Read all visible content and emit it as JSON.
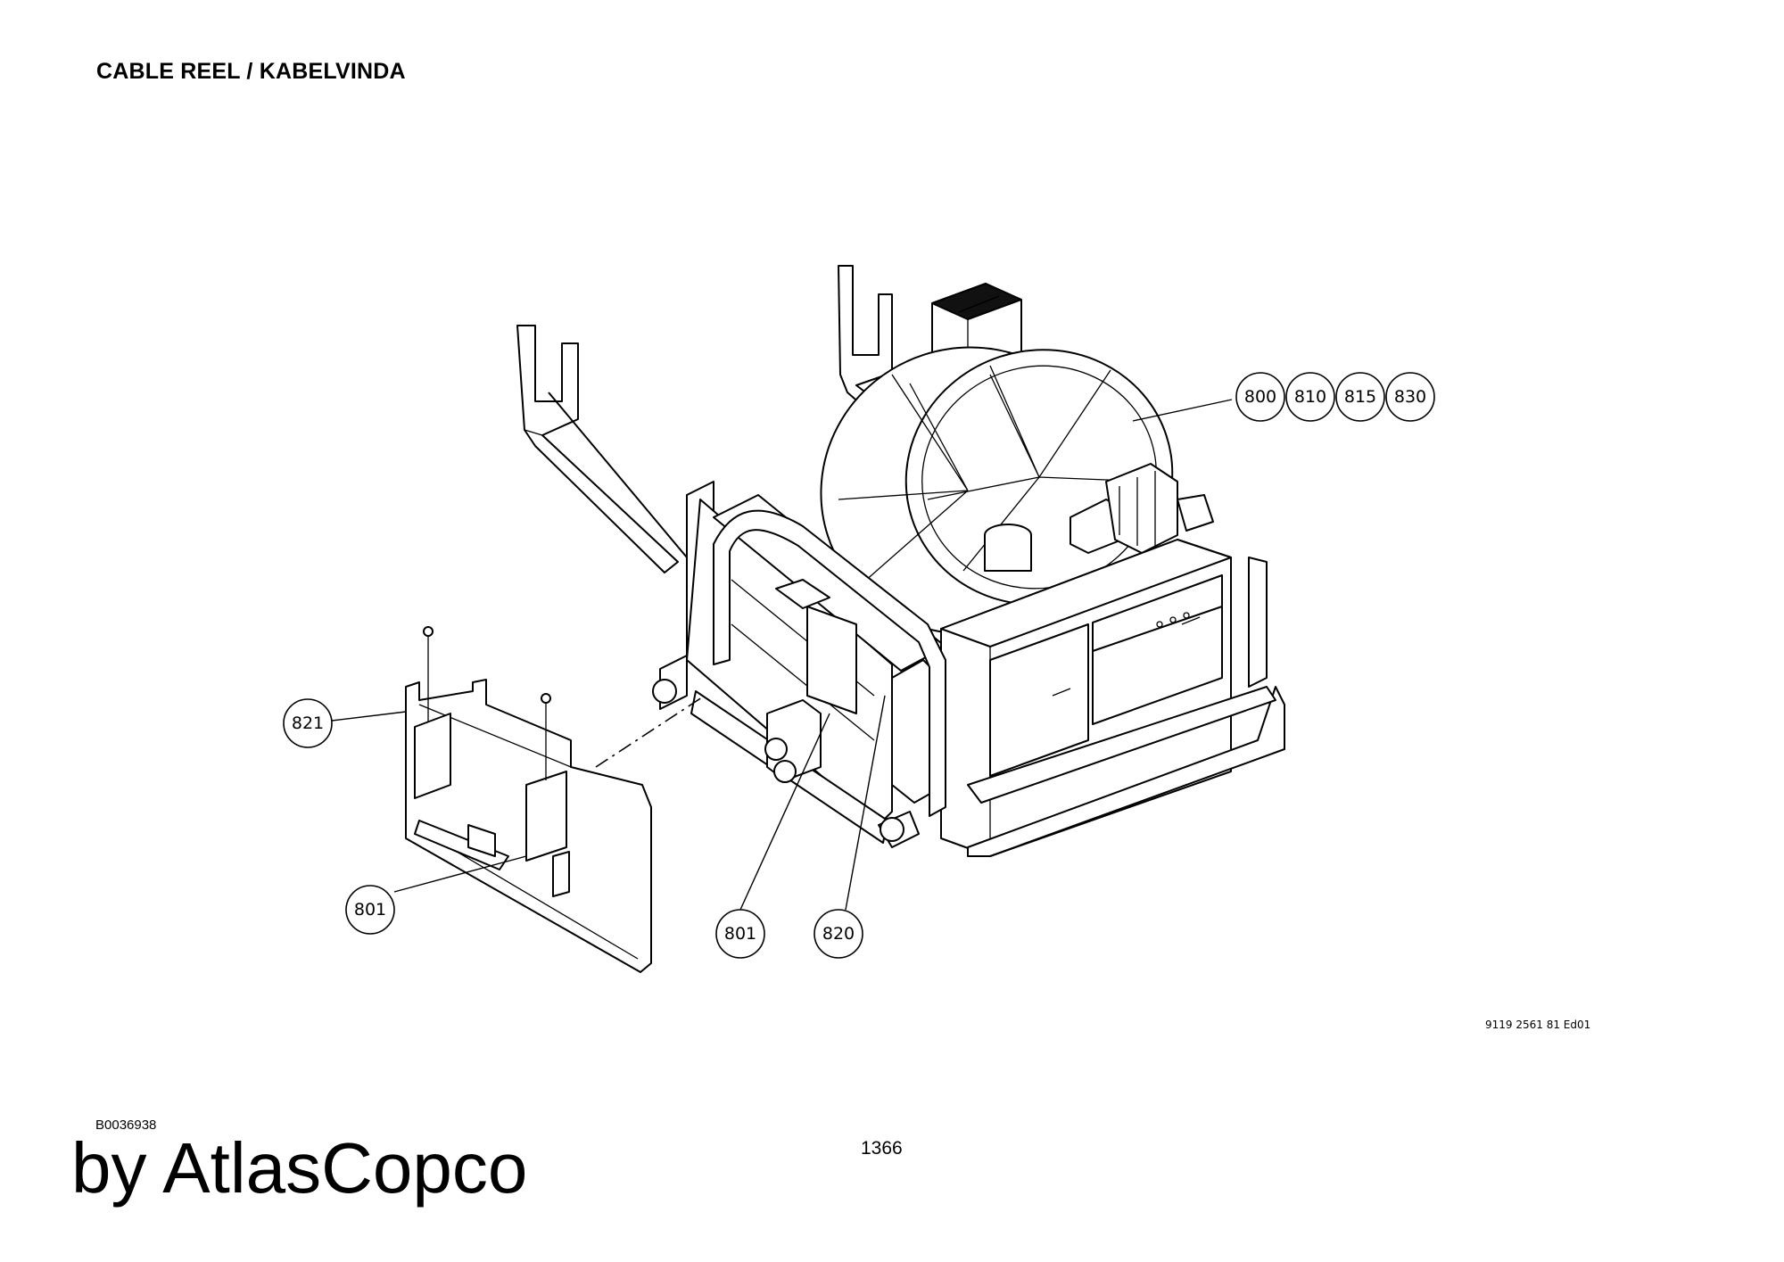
{
  "page": {
    "title": "CABLE REEL / KABELVINDA",
    "drawing_number": "9119 2561 81 Ed01",
    "reference_code": "B0036938",
    "brand": "by AtlasCopco",
    "page_number": "1366"
  },
  "balloons": [
    {
      "id": "b800",
      "label": "800"
    },
    {
      "id": "b810",
      "label": "810"
    },
    {
      "id": "b815",
      "label": "815"
    },
    {
      "id": "b830",
      "label": "830"
    },
    {
      "id": "b821",
      "label": "821"
    },
    {
      "id": "b801a",
      "label": "801"
    },
    {
      "id": "b801b",
      "label": "801"
    },
    {
      "id": "b820",
      "label": "820"
    }
  ]
}
